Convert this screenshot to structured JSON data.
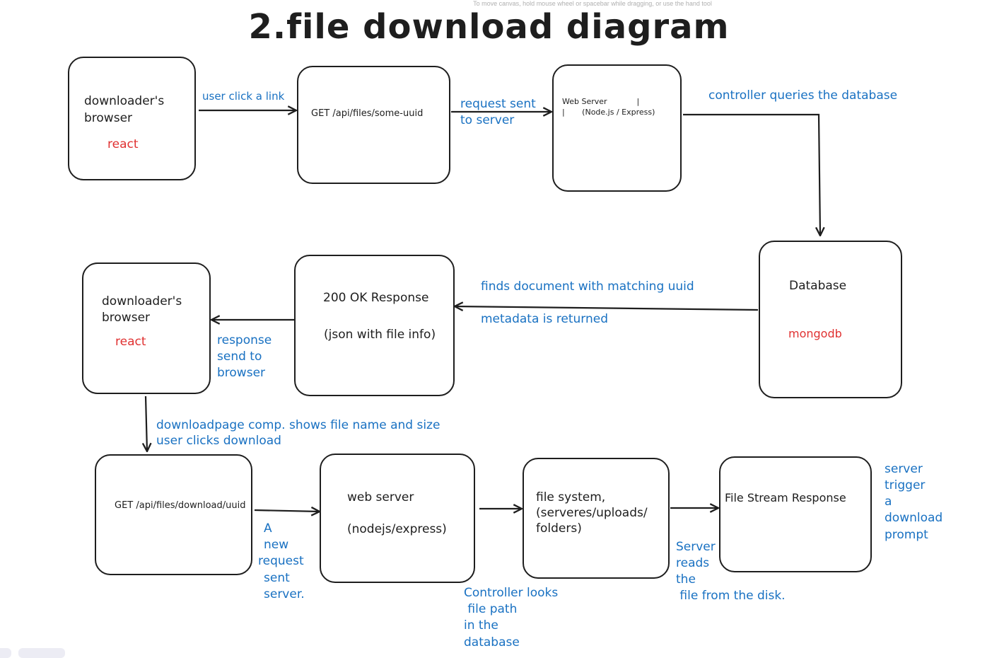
{
  "canvas_hint": "To move canvas, hold mouse wheel or spacebar while dragging, or use the hand tool",
  "title": "2.file download diagram",
  "boxes": {
    "browser1": {
      "line1": "downloader's",
      "line2": "browser",
      "tech": "react"
    },
    "get_request": {
      "label": "GET /api/files/some-uuid"
    },
    "web_server1": {
      "line1": "Web Server            |",
      "line2": "|       (Node.js / Express)"
    },
    "database": {
      "label": "Database",
      "tech": "mongodb"
    },
    "response_200": {
      "line1": "200 OK Response",
      "line2": "(json with file info)"
    },
    "browser2": {
      "line1": "downloader's",
      "line2": "browser",
      "tech": "react"
    },
    "get_download": {
      "label": "GET /api/files/download/uuid"
    },
    "web_server2": {
      "line1": "web server",
      "line2": "(nodejs/express)"
    },
    "file_system": {
      "line1": "file system,",
      "line2": "(serveres/uploads/",
      "line3": "folders)"
    },
    "file_stream": {
      "label": "File Stream Response"
    }
  },
  "labels": {
    "user_click": "user click a link",
    "request_sent_1": "request sent",
    "request_sent_2": "to server",
    "controller_queries": "controller queries the database",
    "finds_document": "finds document with matching uuid",
    "metadata_returned": "metadata is returned",
    "response_send_1": "response",
    "response_send_2": "send to",
    "response_send_3": "browser",
    "downloadpage_1": "downloadpage comp. shows file name and size",
    "downloadpage_2": "user clicks download",
    "new_request_1": "A",
    "new_request_2": "new",
    "new_request_3": "request",
    "new_request_4": "sent",
    "new_request_5": "server.",
    "controller_looks_1": "Controller looks",
    "controller_looks_2": " file path",
    "controller_looks_3": "in the",
    "controller_looks_4": "database",
    "server_reads_1": "Server",
    "server_reads_2": "reads",
    "server_reads_3": "the",
    "server_reads_4": " file from the disk.",
    "server_trigger_1": "server",
    "server_trigger_2": "trigger",
    "server_trigger_3": "a",
    "server_trigger_4": "download",
    "server_trigger_5": "prompt"
  },
  "colors": {
    "stroke": "#1e1e1e",
    "annotation": "#1971c2",
    "tech": "#e03131"
  }
}
